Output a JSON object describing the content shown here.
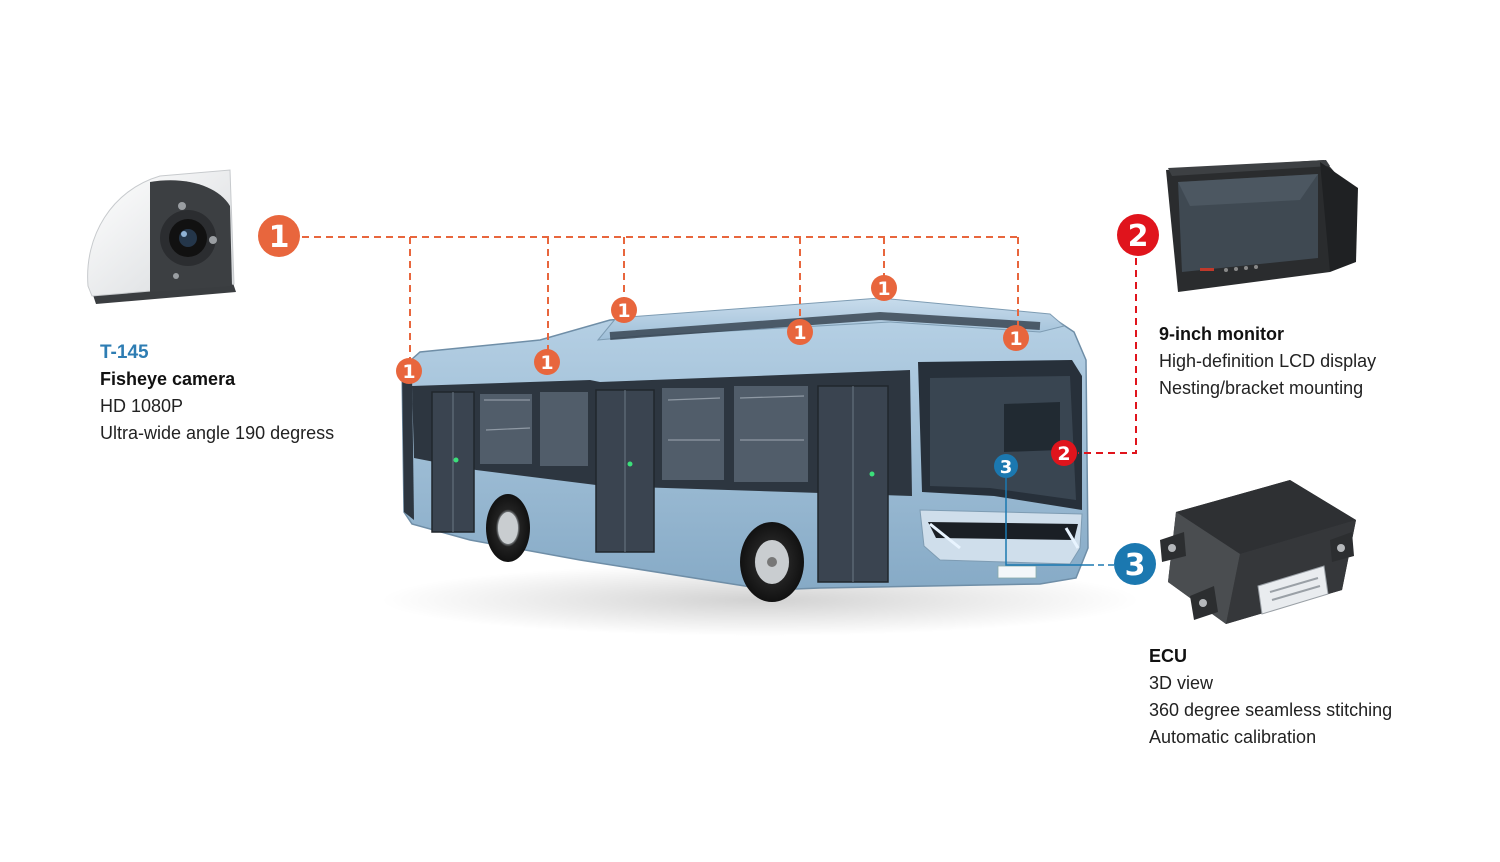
{
  "camera": {
    "model": "T-145",
    "name": "Fisheye camera",
    "lines": [
      "HD 1080P",
      "Ultra-wide angle 190 degress"
    ],
    "badge": "1",
    "color": "#e8663d"
  },
  "monitor": {
    "name": "9-inch monitor",
    "lines": [
      "High-definition LCD display",
      "Nesting/bracket mounting"
    ],
    "badge": "2",
    "color": "#e0141c"
  },
  "ecu": {
    "name": "ECU",
    "lines": [
      "3D view",
      "360 degree seamless stitching",
      "Automatic calibration"
    ],
    "badge": "3",
    "color": "#1b78b0"
  },
  "bus_body_color": "#9fbfd8"
}
